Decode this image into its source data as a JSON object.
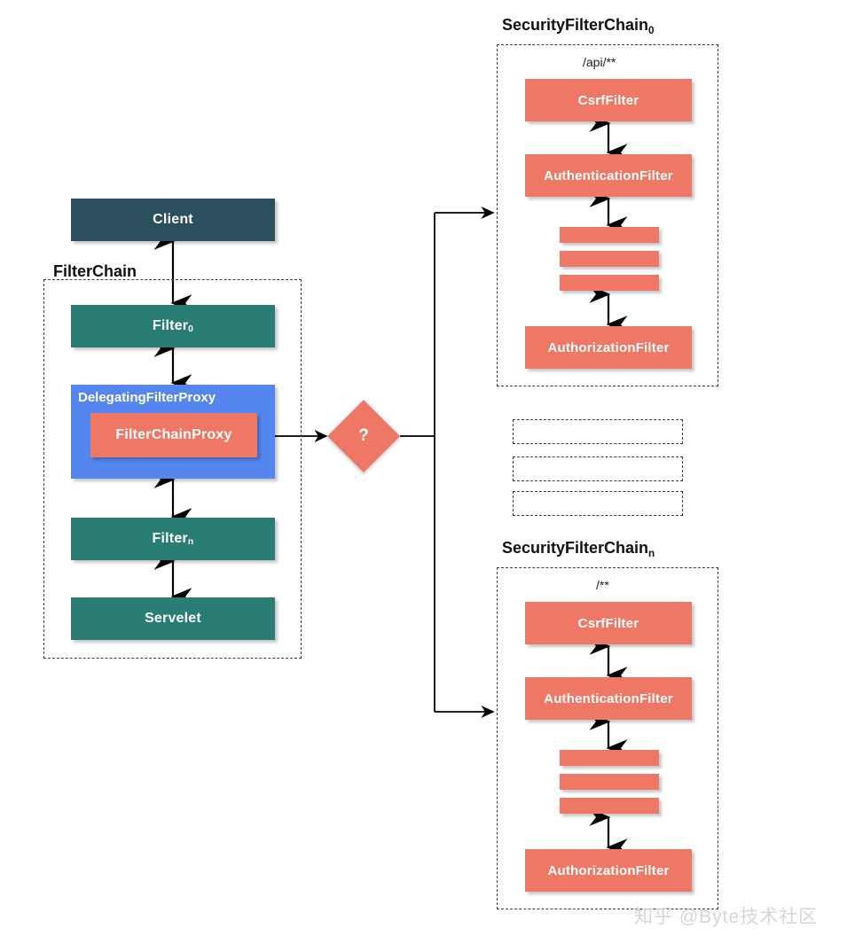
{
  "diagram": {
    "title_top_chain": "SecurityFilterChain",
    "left_group": {
      "label": "FilterChain",
      "nodes": [
        {
          "name": "client",
          "label": "Client"
        },
        {
          "name": "filter-0",
          "label": "Filter",
          "sub": "0"
        },
        {
          "name": "delegating-filter-proxy",
          "label": "DelegatingFilterProxy"
        },
        {
          "name": "filter-chain-proxy",
          "label": "FilterChainProxy"
        },
        {
          "name": "filter-n",
          "label": "Filter",
          "sub": "n"
        },
        {
          "name": "servelet",
          "label": "Servelet"
        }
      ]
    },
    "decision": {
      "label": "?"
    },
    "chains": [
      {
        "title": "SecurityFilterChain",
        "title_sub": "0",
        "pattern": "/api/**",
        "filters": [
          {
            "label": "CsrfFilter"
          },
          {
            "label": "AuthenticationFilter"
          },
          {
            "label": ""
          },
          {
            "label": ""
          },
          {
            "label": ""
          },
          {
            "label": "AuthorizationFilter"
          }
        ]
      },
      {
        "title": "SecurityFilterChain",
        "title_sub": "n",
        "pattern": "/**",
        "filters": [
          {
            "label": "CsrfFilter"
          },
          {
            "label": "AuthenticationFilter"
          },
          {
            "label": ""
          },
          {
            "label": ""
          },
          {
            "label": ""
          },
          {
            "label": "AuthorizationFilter"
          }
        ]
      }
    ],
    "ellipsis_placeholders": 3,
    "watermark": "知乎 @Byte技术社区",
    "colors": {
      "client": "#2b4f5c",
      "filter": "#2a7d73",
      "proxy": "#5585ee",
      "security_filter": "#ef7765",
      "decision": "#ef7765",
      "frame": "#3b3b3b",
      "background": "#ffffff"
    }
  }
}
